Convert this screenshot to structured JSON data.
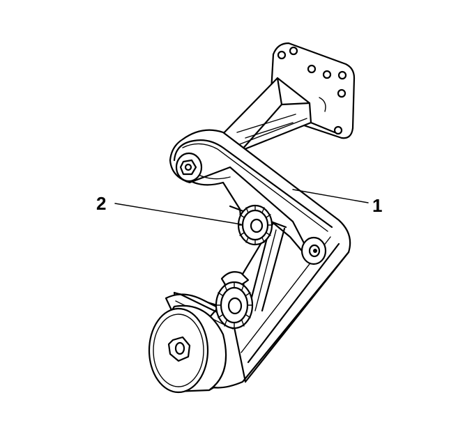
{
  "callouts": [
    {
      "id": "1",
      "label": "1",
      "target": "drive-belt"
    },
    {
      "id": "2",
      "label": "2",
      "target": "idler-pulley"
    }
  ],
  "colors": {
    "line": "#000000",
    "background": "#ffffff"
  }
}
